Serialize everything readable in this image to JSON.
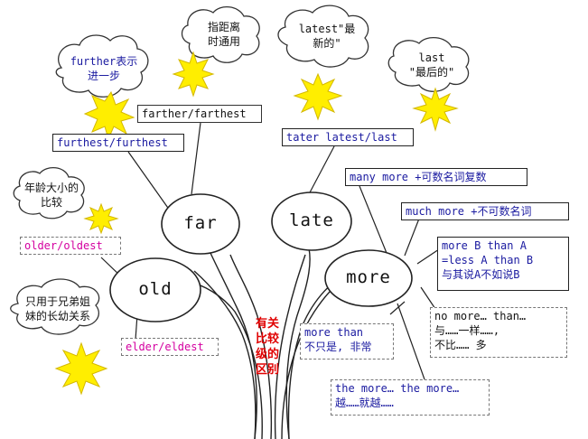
{
  "nodes": {
    "far": "far",
    "late": "late",
    "old": "old",
    "more": "more"
  },
  "center_label": "有关比较级的区别",
  "clouds": {
    "further_note": [
      "further表示",
      "进一步"
    ],
    "apply_note": [
      "指距离",
      "时通用"
    ],
    "latest_note": [
      "latest\"最",
      "新的\""
    ],
    "last_note": [
      "last",
      "\"最后的\""
    ],
    "age_note": [
      "年龄大小的",
      "比较"
    ],
    "sibling_note": [
      "只用于兄弟姐",
      "妹的长幼关系"
    ]
  },
  "boxes": {
    "farther": "farther/farthest",
    "furthest": "furthest/furthest",
    "later": "tater latest/last",
    "older": "older/oldest",
    "elder": "elder/eldest",
    "many_more": "many more +可数名词复数",
    "much_more": "much more +不可数名词",
    "more_than_compare": [
      "more B than A",
      "=less A than B",
      "与其说A不如说B"
    ],
    "no_more": [
      "no more… than…",
      "与……一样……,",
      "不比…… 多"
    ],
    "more_than": [
      "more than",
      "不只是, 非常"
    ],
    "the_more": [
      "the more… the more…",
      "越……就越……"
    ]
  },
  "colors": {
    "blue_text": "#1a1aa0",
    "pink_text": "#d400a0",
    "center_red": "#e00000",
    "star_yellow": "#ffee00",
    "star_outline": "#d4b800",
    "cloud_outline": "#333333"
  }
}
